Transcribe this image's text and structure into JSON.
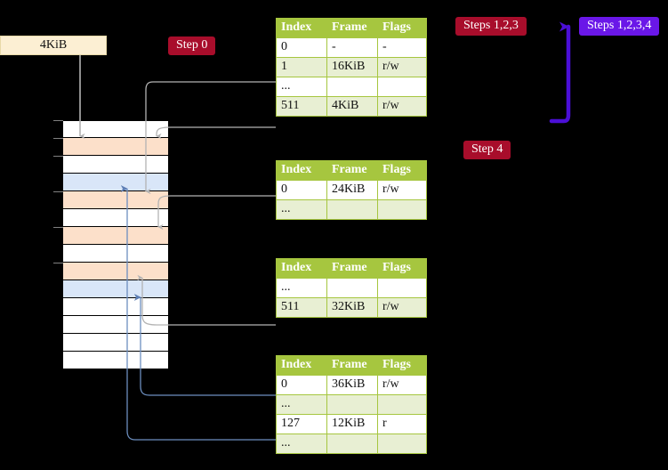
{
  "diagram": {
    "title_box": {
      "label": "4KiB"
    },
    "badges": [
      {
        "name": "step-0",
        "label": "Step 0",
        "color": "#A80D2B"
      },
      {
        "name": "steps-1-2-3",
        "label": "Steps 1,2,3",
        "color": "#A80D2B"
      },
      {
        "name": "steps-1-2-3-4",
        "label": "Steps 1,2,3,4",
        "color": "#6A17E8"
      },
      {
        "name": "step-4",
        "label": "Step 4",
        "color": "#A80D2B"
      }
    ],
    "colors": {
      "table_header": "#A6C63F",
      "table_alt_row": "#E8EFD3",
      "highlight": "#FAFAA0",
      "memory_peach": "#FCE0CA",
      "memory_blue": "#D9E6F8",
      "box_cream": "#FCEFD3",
      "connector_gray": "#B3B3B3",
      "connector_blue": "#6C8EBF",
      "arrow_purple": "#4B0FD6"
    },
    "memory_column": {
      "cells": [
        {
          "index": 0,
          "fill": "white"
        },
        {
          "index": 1,
          "fill": "peach"
        },
        {
          "index": 2,
          "fill": "white"
        },
        {
          "index": 3,
          "fill": "blue"
        },
        {
          "index": 4,
          "fill": "peach"
        },
        {
          "index": 5,
          "fill": "white"
        },
        {
          "index": 6,
          "fill": "peach"
        },
        {
          "index": 7,
          "fill": "white"
        },
        {
          "index": 8,
          "fill": "peach"
        },
        {
          "index": 9,
          "fill": "blue"
        },
        {
          "index": 10,
          "fill": "white"
        },
        {
          "index": 11,
          "fill": "white"
        },
        {
          "index": 12,
          "fill": "white"
        },
        {
          "index": 13,
          "fill": "white"
        }
      ]
    },
    "tables": [
      {
        "name": "page-table-level-0",
        "headers": [
          "Index",
          "Frame",
          "Flags"
        ],
        "rows": [
          {
            "cells": [
              "0",
              "-",
              "-"
            ],
            "alt": false,
            "highlight": false
          },
          {
            "cells": [
              "1",
              "16KiB",
              "r/w"
            ],
            "alt": true,
            "highlight": false
          },
          {
            "cells": [
              "...",
              "",
              ""
            ],
            "alt": false,
            "highlight": false
          },
          {
            "cells": [
              "511",
              "4KiB",
              "r/w"
            ],
            "alt": true,
            "highlight": true
          }
        ]
      },
      {
        "name": "page-table-level-1",
        "headers": [
          "Index",
          "Frame",
          "Flags"
        ],
        "rows": [
          {
            "cells": [
              "0",
              "24KiB",
              "r/w"
            ],
            "alt": false,
            "highlight": false
          },
          {
            "cells": [
              "...",
              "",
              ""
            ],
            "alt": true,
            "highlight": false
          }
        ]
      },
      {
        "name": "page-table-level-2",
        "headers": [
          "Index",
          "Frame",
          "Flags"
        ],
        "rows": [
          {
            "cells": [
              "...",
              "",
              ""
            ],
            "alt": false,
            "highlight": false
          },
          {
            "cells": [
              "511",
              "32KiB",
              "r/w"
            ],
            "alt": true,
            "highlight": false
          }
        ]
      },
      {
        "name": "page-table-level-3",
        "headers": [
          "Index",
          "Frame",
          "Flags"
        ],
        "rows": [
          {
            "cells": [
              "0",
              "36KiB",
              "r/w"
            ],
            "alt": false,
            "highlight": false
          },
          {
            "cells": [
              "...",
              "",
              ""
            ],
            "alt": true,
            "highlight": false
          },
          {
            "cells": [
              "127",
              "12KiB",
              "r"
            ],
            "alt": false,
            "highlight": false
          },
          {
            "cells": [
              "...",
              "",
              ""
            ],
            "alt": true,
            "highlight": false
          }
        ]
      }
    ]
  }
}
